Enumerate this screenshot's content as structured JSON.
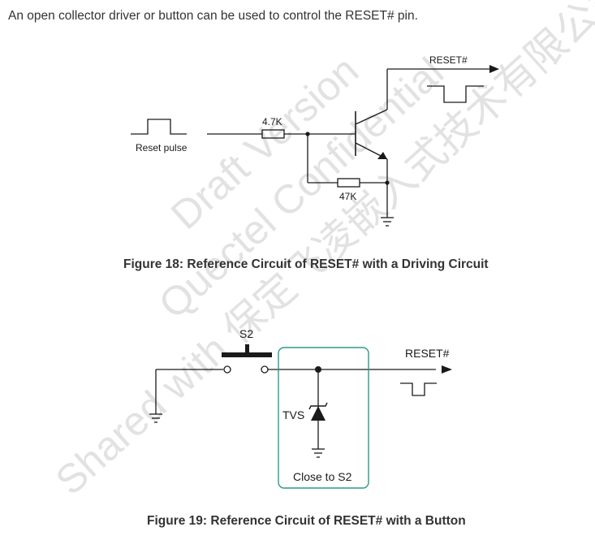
{
  "intro_text": "An open collector driver or button can be used to control the RESET# pin.",
  "figure18": {
    "caption": "Figure 18: Reference Circuit of RESET# with a Driving Circuit",
    "label_reset": "RESET#",
    "label_resistor1": "4.7K",
    "label_resistor2": "47K",
    "label_pulse": "Reset pulse"
  },
  "figure19": {
    "caption": "Figure 19: Reference Circuit of RESET# with a Button",
    "label_switch": "S2",
    "label_reset": "RESET#",
    "label_tvs": "TVS",
    "label_note": "Close to S2"
  },
  "watermark": {
    "line1": "Draft Version",
    "line2": "Quectel Confidential",
    "line3": "Shared with 保定飞凌嵌入式技术有限公司 under"
  },
  "colors": {
    "line": "#1a1a1a",
    "text": "#333333",
    "box_border": "#2a9a8a",
    "watermark": "#e3e3e3"
  }
}
